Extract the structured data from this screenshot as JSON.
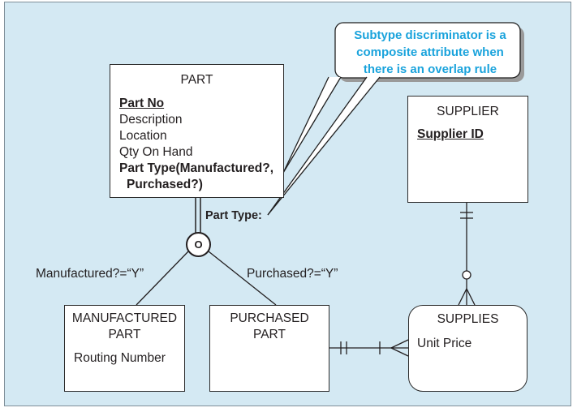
{
  "callout": {
    "text_line1": "Subtype discriminator is a",
    "text_line2": "composite attribute when",
    "text_line3": "there is an overlap rule",
    "color": "#1aa3dc"
  },
  "part": {
    "name": "PART",
    "pk": "Part No",
    "attrs": [
      "Description",
      "Location",
      "Qty On Hand"
    ],
    "discriminator_line1": "Part Type(Manufactured?,",
    "discriminator_line2": "Purchased?)"
  },
  "supplier": {
    "name": "SUPPLIER",
    "pk": "Supplier ID"
  },
  "supplies": {
    "name": "SUPPLIES",
    "attr": "Unit Price"
  },
  "manufactured_part": {
    "name_line1": "MANUFACTURED",
    "name_line2": "PART",
    "attr": "Routing Number"
  },
  "purchased_part": {
    "name_line1": "PURCHASED",
    "name_line2": "PART"
  },
  "labels": {
    "part_type": "Part Type:",
    "manufactured_condition": "Manufactured?=“Y”",
    "purchased_condition": "Purchased?=“Y”",
    "overlap_symbol": "O"
  },
  "colors": {
    "background": "#d4e9f3",
    "accent": "#1aa3dc",
    "line": "#231f20"
  }
}
